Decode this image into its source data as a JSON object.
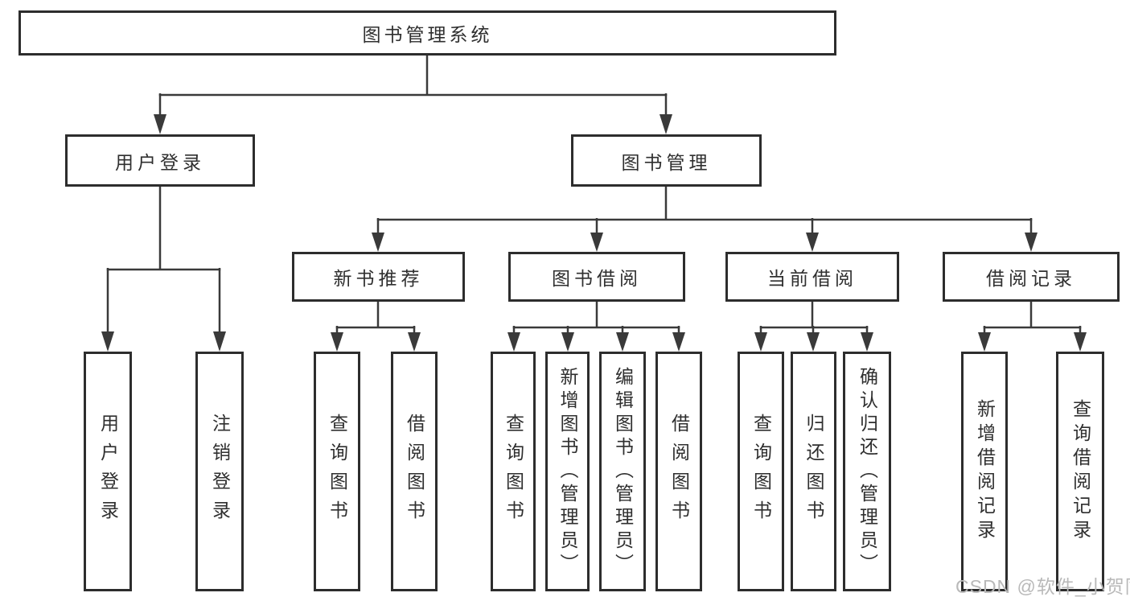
{
  "nodes": {
    "root": {
      "label": "图书管理系统"
    },
    "user_login": {
      "label": "用户登录"
    },
    "book_mgmt": {
      "label": "图书管理"
    },
    "leaf_user_login": {
      "label": "用户登录"
    },
    "leaf_logout": {
      "label": "注销登录"
    },
    "new_book_rec": {
      "label": "新书推荐"
    },
    "book_borrow": {
      "label": "图书借阅"
    },
    "current_borrow": {
      "label": "当前借阅"
    },
    "borrow_records": {
      "label": "借阅记录"
    },
    "rec_query_books": {
      "label": "查询图书"
    },
    "rec_borrow_books": {
      "label": "借阅图书"
    },
    "bb_query_books": {
      "label": "查询图书"
    },
    "bb_add_books": {
      "label": "新增图书（管理员）"
    },
    "bb_edit_books": {
      "label": "编辑图书（管理员）"
    },
    "bb_borrow_books": {
      "label": "借阅图书"
    },
    "cb_query_books": {
      "label": "查询图书"
    },
    "cb_return_books": {
      "label": "归还图书"
    },
    "cb_confirm_return": {
      "label": "确认归还（管理员）"
    },
    "br_add_record": {
      "label": "新增借阅记录"
    },
    "br_query_record": {
      "label": "查询借阅记录"
    }
  },
  "watermark": {
    "text": "CSDN @软件_小贺同学"
  },
  "colors": {
    "line": "#3a3a3a",
    "box_border": "#2d2d2d",
    "text": "#2f2f2f",
    "watermark": "#b9b9b9"
  }
}
